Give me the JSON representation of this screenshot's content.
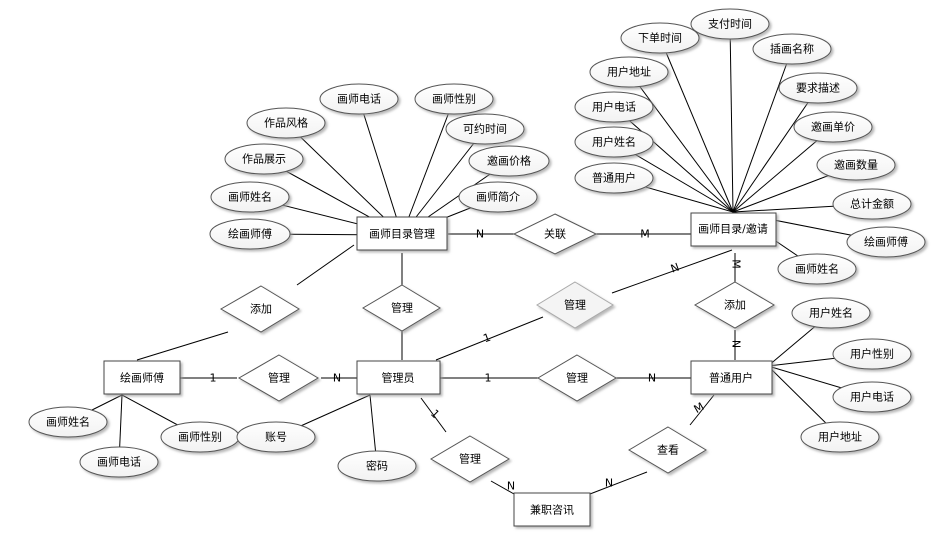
{
  "entities": {
    "catalog_mgmt": "画师目录管理",
    "catalog_invite": "画师目录/邀请",
    "painter": "绘画师傅",
    "admin": "管理员",
    "user": "普通用户",
    "part_time": "兼职咨讯"
  },
  "relationships": {
    "associate": "关联",
    "manage_catalog": "管理",
    "add_painter": "添加",
    "manage_invite": "管理",
    "add_user": "添加",
    "manage_painter": "管理",
    "manage_user": "管理",
    "manage_parttime": "管理",
    "view": "查看"
  },
  "attributes": {
    "catalog_mgmt": [
      "作品风格",
      "画师电话",
      "画师性别",
      "可约时间",
      "作品展示",
      "邀画价格",
      "画师姓名",
      "画师简介",
      "绘画师傅"
    ],
    "catalog_invite": [
      "下单时间",
      "支付时间",
      "用户地址",
      "插画名称",
      "用户电话",
      "要求描述",
      "用户姓名",
      "邀画单价",
      "普通用户",
      "邀画数量",
      "总计金额",
      "绘画师傅",
      "画师姓名"
    ],
    "user": [
      "用户姓名",
      "用户性别",
      "用户电话",
      "用户地址"
    ],
    "painter": [
      "画师姓名",
      "画师电话",
      "画师性别"
    ],
    "admin": [
      "账号",
      "密码"
    ]
  },
  "cardinality": {
    "associate_left": "N",
    "associate_right": "M",
    "invite_top": "M",
    "invite_bottom": "N",
    "manage_invite_end": "N",
    "manage_invite_start": "1",
    "painter_one": "1",
    "painter_n": "N",
    "user_one": "1",
    "user_n": "N",
    "parttime_one": "1",
    "parttime_n": "N",
    "view_m": "M",
    "view_n": "N"
  }
}
